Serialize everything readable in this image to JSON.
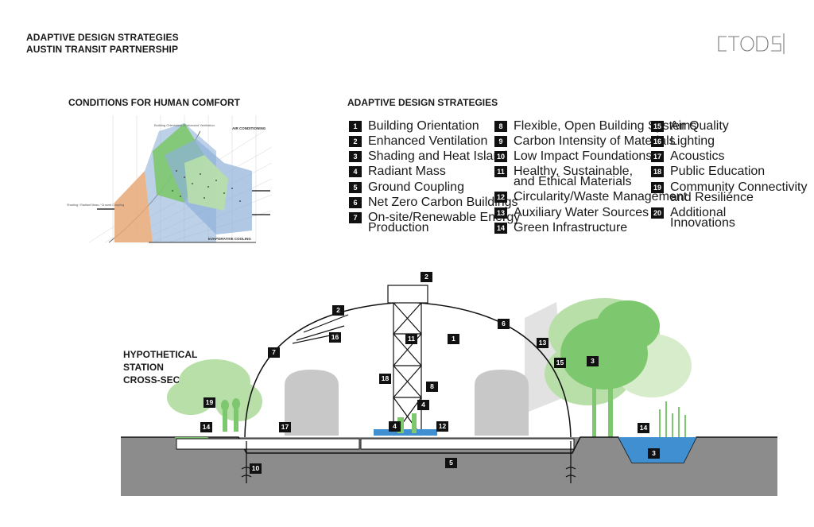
{
  "header": {
    "line1": "ADAPTIVE DESIGN STRATEGIES",
    "line2": "AUSTIN TRANSIT PARTNERSHIP"
  },
  "logo": {
    "text": "CTODS"
  },
  "comfort": {
    "title": "CONDITIONS FOR HUMAN COMFORT",
    "chart_labels": {
      "top": "Building Orientation / Enhanced Ventilation",
      "ac": "AIR CONDITIONING",
      "evap": "EVAPORATIVE COOLING",
      "shading": "Shading / Radiant Mass / Ground Coupling"
    }
  },
  "strategies": {
    "title": "ADAPTIVE DESIGN STRATEGIES",
    "items": [
      {
        "n": "1",
        "label": "Building Orientation"
      },
      {
        "n": "2",
        "label": "Enhanced Ventilation"
      },
      {
        "n": "3",
        "label": "Shading and Heat Island"
      },
      {
        "n": "4",
        "label": "Radiant Mass"
      },
      {
        "n": "5",
        "label": "Ground Coupling"
      },
      {
        "n": "6",
        "label": "Net Zero Carbon Buildings"
      },
      {
        "n": "7",
        "label": "On-site/Renewable Energy\nProduction"
      },
      {
        "n": "8",
        "label": "Flexible, Open Building Systems"
      },
      {
        "n": "9",
        "label": "Carbon Intensity of Materials"
      },
      {
        "n": "10",
        "label": "Low Impact Foundations"
      },
      {
        "n": "11",
        "label": "Healthy, Sustainable,\nand Ethical Materials"
      },
      {
        "n": "12",
        "label": "Circularity/Waste Management"
      },
      {
        "n": "13",
        "label": "Auxiliary Water Sources"
      },
      {
        "n": "14",
        "label": "Green Infrastructure"
      },
      {
        "n": "15",
        "label": "Air Quality"
      },
      {
        "n": "16",
        "label": "Lighting"
      },
      {
        "n": "17",
        "label": "Acoustics"
      },
      {
        "n": "18",
        "label": "Public Education"
      },
      {
        "n": "19",
        "label": "Community Connectivity\nand Resilience"
      },
      {
        "n": "20",
        "label": "Additional\nInnovations"
      }
    ]
  },
  "section": {
    "title": "HYPOTHETICAL\nSTATION\nCROSS-SECTION",
    "tags": [
      "2",
      "2",
      "16",
      "7",
      "11",
      "1",
      "6",
      "13",
      "15",
      "3",
      "18",
      "8",
      "4",
      "4",
      "12",
      "19",
      "14",
      "17",
      "5",
      "10",
      "14",
      "3"
    ]
  },
  "colors": {
    "accent_green": "#7dc86e",
    "light_green": "#b8dfa8",
    "ground": "#8c8c8c",
    "water": "#3f8fd1",
    "orange": "#e8a878",
    "blue": "#8fb0d8"
  }
}
